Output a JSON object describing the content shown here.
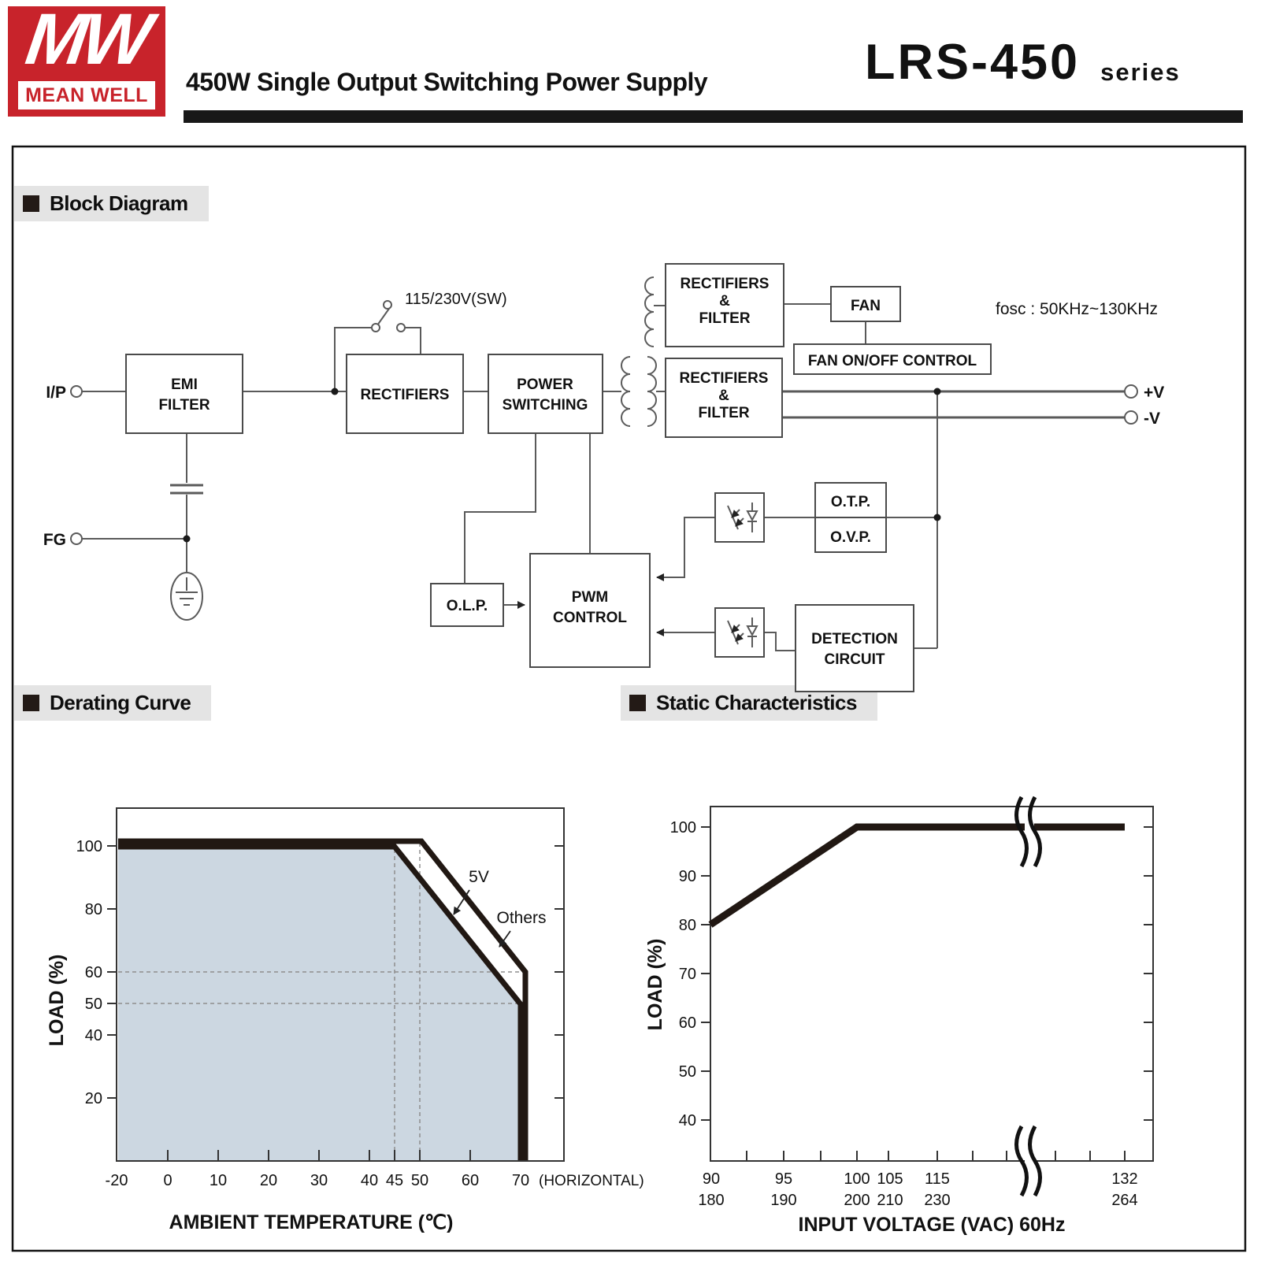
{
  "header": {
    "logo_mw": "MW",
    "logo_brand": "MEAN WELL",
    "title": "450W Single Output Switching Power Supply",
    "series_name": "LRS-450",
    "series_suffix": "series"
  },
  "sections": {
    "block_diagram": "Block Diagram",
    "derating_curve": "Derating Curve",
    "static_characteristics": "Static Characteristics"
  },
  "diagram": {
    "fosc_label": "fosc : 50KHz~130KHz",
    "switch_label": "115/230V(SW)",
    "terminals": {
      "input": "I/P",
      "fg": "FG",
      "v_plus": "+V",
      "v_minus": "-V"
    },
    "blocks": {
      "emi": [
        "EMI",
        "FILTER"
      ],
      "rectifiers": [
        "RECTIFIERS"
      ],
      "power_switching": [
        "POWER",
        "SWITCHING"
      ],
      "rect_filter_aux": [
        "RECTIFIERS",
        "&",
        "FILTER"
      ],
      "fan": [
        "FAN"
      ],
      "fan_control": [
        "FAN ON/OFF CONTROL"
      ],
      "rect_filter_main": [
        "RECTIFIERS",
        "&",
        "FILTER"
      ],
      "otp": [
        "O.T.P."
      ],
      "ovp": [
        "O.V.P."
      ],
      "olp": [
        "O.L.P."
      ],
      "pwm": [
        "PWM",
        "CONTROL"
      ],
      "detection": [
        "DETECTION",
        "CIRCUIT"
      ]
    }
  },
  "charts": {
    "derating": {
      "ylabel": "LOAD (%)",
      "xlabel": "AMBIENT TEMPERATURE (℃)",
      "x_suffix": "(HORIZONTAL)",
      "y_ticks": [
        "100",
        "80",
        "60",
        "50",
        "40",
        "20"
      ],
      "x_ticks": [
        "-20",
        "0",
        "10",
        "20",
        "30",
        "40",
        "45",
        "50",
        "60",
        "70"
      ],
      "series_labels": {
        "five_v": "5V",
        "others": "Others"
      }
    },
    "static": {
      "ylabel": "LOAD (%)",
      "xlabel": "INPUT VOLTAGE (VAC) 60Hz",
      "y_ticks": [
        "100",
        "90",
        "80",
        "70",
        "60",
        "50",
        "40"
      ],
      "x_ticks_row1": [
        "90",
        "95",
        "100",
        "105",
        "115",
        "132"
      ],
      "x_ticks_row2": [
        "180",
        "190",
        "200",
        "210",
        "230",
        "264"
      ]
    }
  },
  "chart_data": [
    {
      "type": "area",
      "title": "Derating Curve",
      "xlabel": "AMBIENT TEMPERATURE (C)",
      "ylabel": "LOAD (%)",
      "xlim": [
        -20,
        75
      ],
      "ylim": [
        0,
        110
      ],
      "x_ticks": [
        -20,
        0,
        10,
        20,
        30,
        40,
        45,
        50,
        60,
        70
      ],
      "x_suffix": "(HORIZONTAL)",
      "y_ticks": [
        20,
        40,
        50,
        60,
        80,
        100
      ],
      "series": [
        {
          "name": "5V",
          "points": [
            [
              -20,
              100
            ],
            [
              45,
              100
            ],
            [
              70,
              50
            ],
            [
              70,
              0
            ]
          ]
        },
        {
          "name": "Others",
          "points": [
            [
              -20,
              100
            ],
            [
              50,
              100
            ],
            [
              70,
              60
            ],
            [
              70,
              0
            ]
          ]
        }
      ],
      "guide_lines": {
        "vertical_at": [
          45,
          50
        ],
        "horizontal_at": [
          50,
          60
        ]
      },
      "legend_position": "inline annotations",
      "grid": false,
      "note": "operating area under the 5V curve is shaded"
    },
    {
      "type": "line",
      "title": "Static Characteristics",
      "xlabel": "INPUT VOLTAGE (VAC) 60Hz",
      "ylabel": "LOAD (%)",
      "ylim": [
        30,
        105
      ],
      "y_ticks": [
        40,
        50,
        60,
        70,
        80,
        90,
        100
      ],
      "x_ticks_vac": [
        [
          90,
          180
        ],
        [
          95,
          190
        ],
        [
          100,
          200
        ],
        [
          105,
          210
        ],
        [
          115,
          230
        ],
        [
          132,
          264
        ]
      ],
      "series": [
        {
          "name": "LOAD",
          "points": [
            [
              90,
              80
            ],
            [
              100,
              100
            ],
            [
              132,
              100
            ]
          ]
        }
      ],
      "axis_break": "between 115/230 and 132/264",
      "grid": false
    }
  ]
}
